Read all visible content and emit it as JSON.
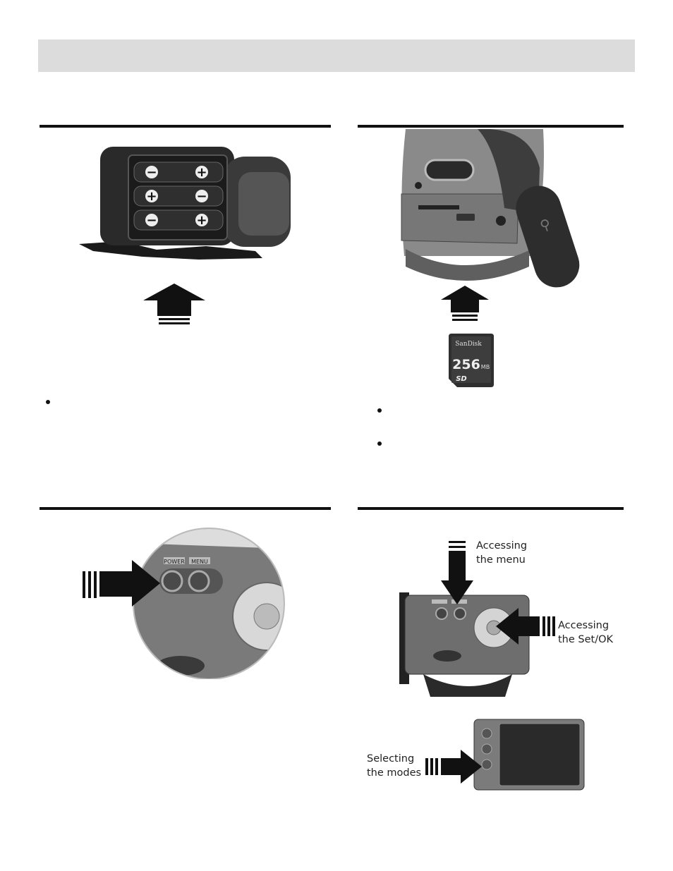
{
  "header": {
    "title": ""
  },
  "sections": {
    "batteries": {
      "polarity_row1": [
        "−",
        "+"
      ],
      "polarity_row2": [
        "+",
        "−"
      ],
      "polarity_row3": [
        "−",
        "+"
      ]
    },
    "sd_card": {
      "card_brand": "SanDisk",
      "card_capacity": "256",
      "card_unit": "MB",
      "card_logo": "SD"
    },
    "power": {
      "power_label": "POWER",
      "menu_label": "MENU"
    },
    "buttons": {
      "callout_menu": "Accessing\nthe menu",
      "callout_set": "Accessing\nthe Set/OK",
      "callout_modes": "Selecting\nthe modes"
    }
  },
  "icons": {
    "bullet": "bullet-dot-icon",
    "arrow": "arrow-icon",
    "plus": "plus-icon",
    "minus": "minus-icon",
    "usb": "usb-icon"
  }
}
